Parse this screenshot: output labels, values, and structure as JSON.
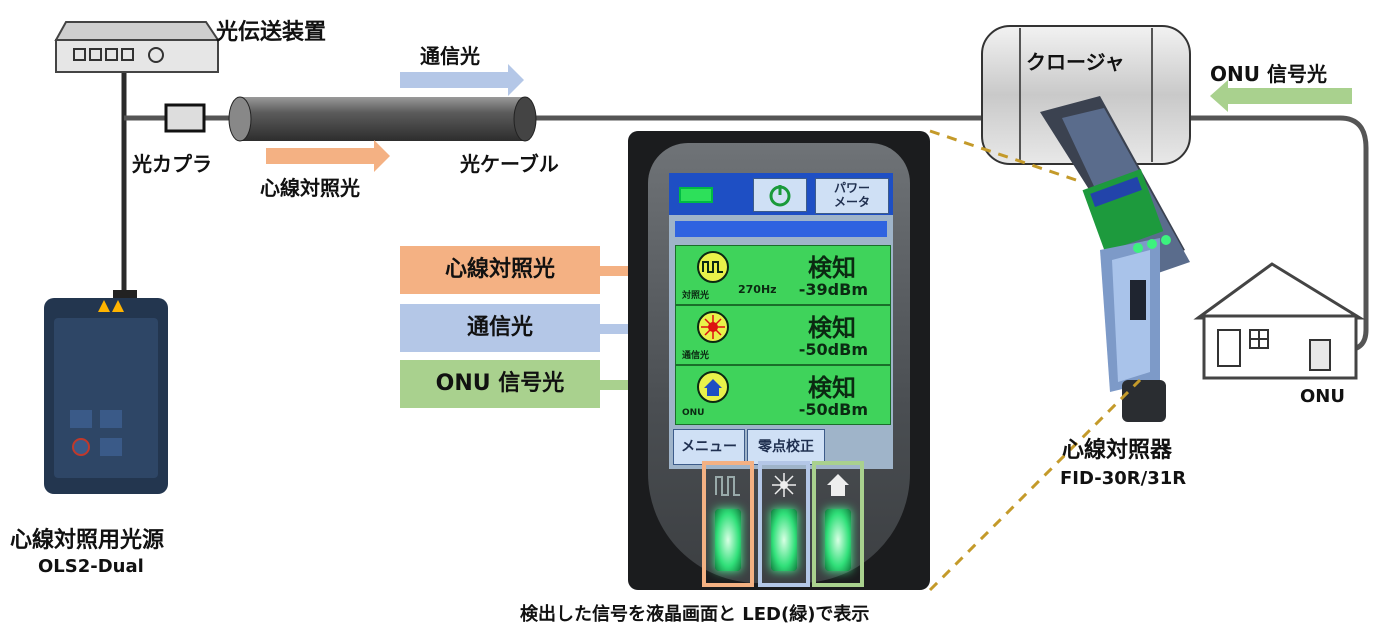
{
  "labels": {
    "transmitter": "光伝送装置",
    "comm_light_top": "通信光",
    "closure": "クロージャ",
    "onu_signal_top": "ONU 信号光",
    "coupler": "光カプラ",
    "core_light_top": "心線対照光",
    "cable": "光ケーブル",
    "onu": "ONU",
    "identifier_name": "心線対照器",
    "identifier_model": "FID-30R/31R",
    "source_name": "心線対照用光源",
    "source_model": "OLS2-Dual",
    "caption": "検出した信号を液晶画面と LED(緑)で表示"
  },
  "legend": [
    {
      "label": "心線対照光",
      "color": "#f4b183"
    },
    {
      "label": "通信光",
      "color": "#b4c7e7"
    },
    {
      "label": "ONU 信号光",
      "color": "#a9d18e"
    }
  ],
  "screen": {
    "power_meter_btn": "パワー\nメータ",
    "rows": [
      {
        "sub": "対照光",
        "status": "検知",
        "freq": "270Hz",
        "value": "-39dBm"
      },
      {
        "sub": "通信光",
        "status": "検知",
        "freq": "",
        "value": "-50dBm"
      },
      {
        "sub": "ONU",
        "status": "検知",
        "freq": "",
        "value": "-50dBm"
      }
    ],
    "menu_btn": "メニュー",
    "zero_btn": "零点校正"
  },
  "colors": {
    "arrow_orange": "#f4b183",
    "arrow_blue": "#b4c7e7",
    "arrow_green": "#a9d18e",
    "fiber": "#3a3a3a",
    "dashed": "#c49a2a"
  }
}
